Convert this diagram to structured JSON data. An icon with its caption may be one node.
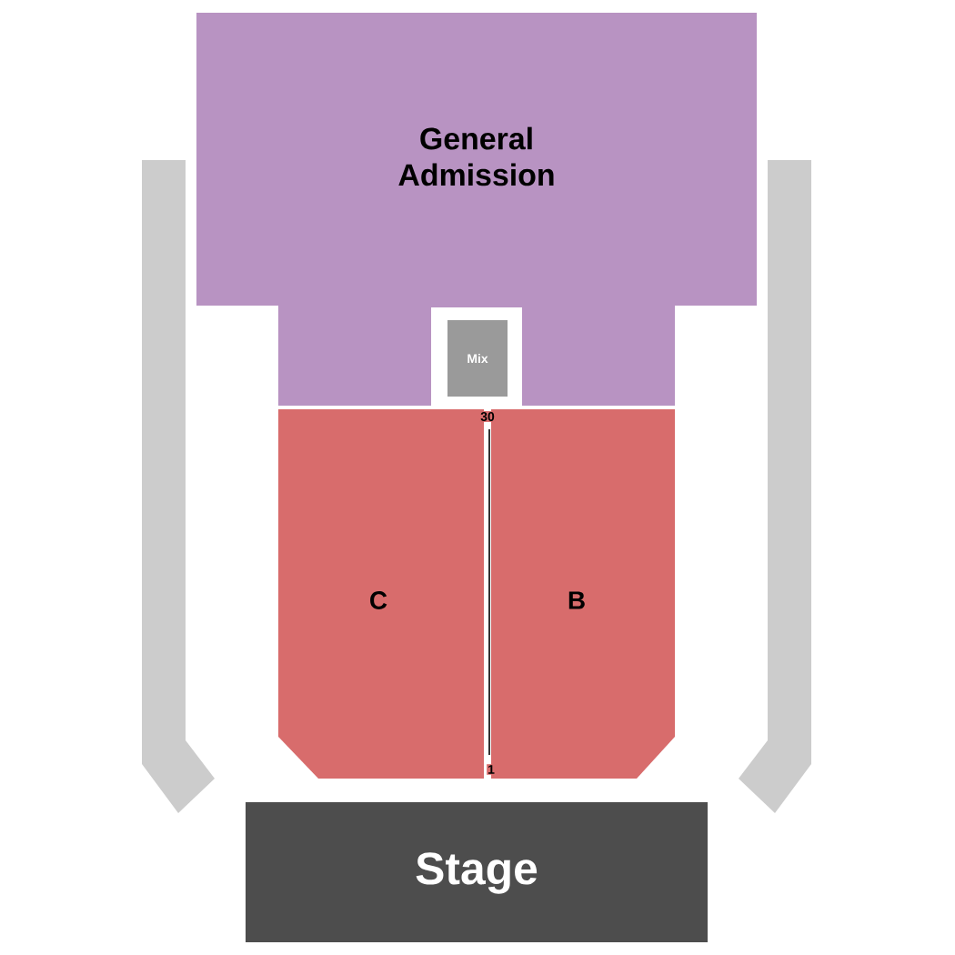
{
  "diagram": {
    "nodes": [
      {
        "text": [
          "General Admission"
        ]
      },
      {
        "text": [
          "Mix"
        ],
        "in": 0
      },
      {
        "text": [
          "C"
        ]
      },
      {
        "text": [
          "B"
        ]
      },
      {
        "text": [
          "Stage"
        ]
      },
      {
        "text": [],
        "shape": "bar"
      },
      {
        "text": [],
        "shape": "bar"
      }
    ],
    "labels": [
      "30",
      "1"
    ]
  }
}
